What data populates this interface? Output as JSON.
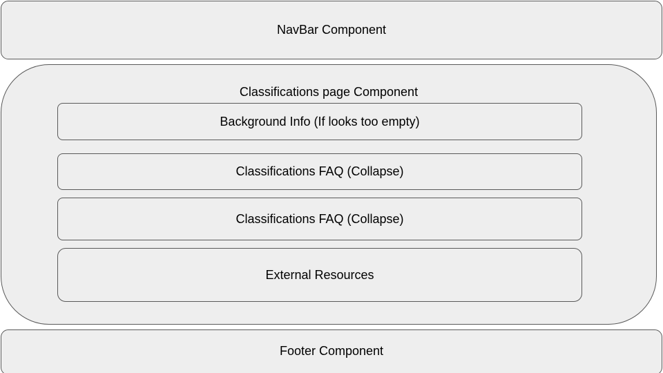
{
  "navbar": {
    "label": "NavBar Component"
  },
  "page": {
    "title": "Classifications page Component",
    "sections": [
      {
        "label": "Background Info (If looks too empty)"
      },
      {
        "label": "Classifications FAQ (Collapse)"
      },
      {
        "label": "Classifications FAQ (Collapse)"
      },
      {
        "label": "External Resources"
      }
    ]
  },
  "footer": {
    "label": "Footer Component"
  },
  "colors": {
    "box_fill": "#eeeeee",
    "box_stroke": "#595959",
    "text": "#000000"
  }
}
